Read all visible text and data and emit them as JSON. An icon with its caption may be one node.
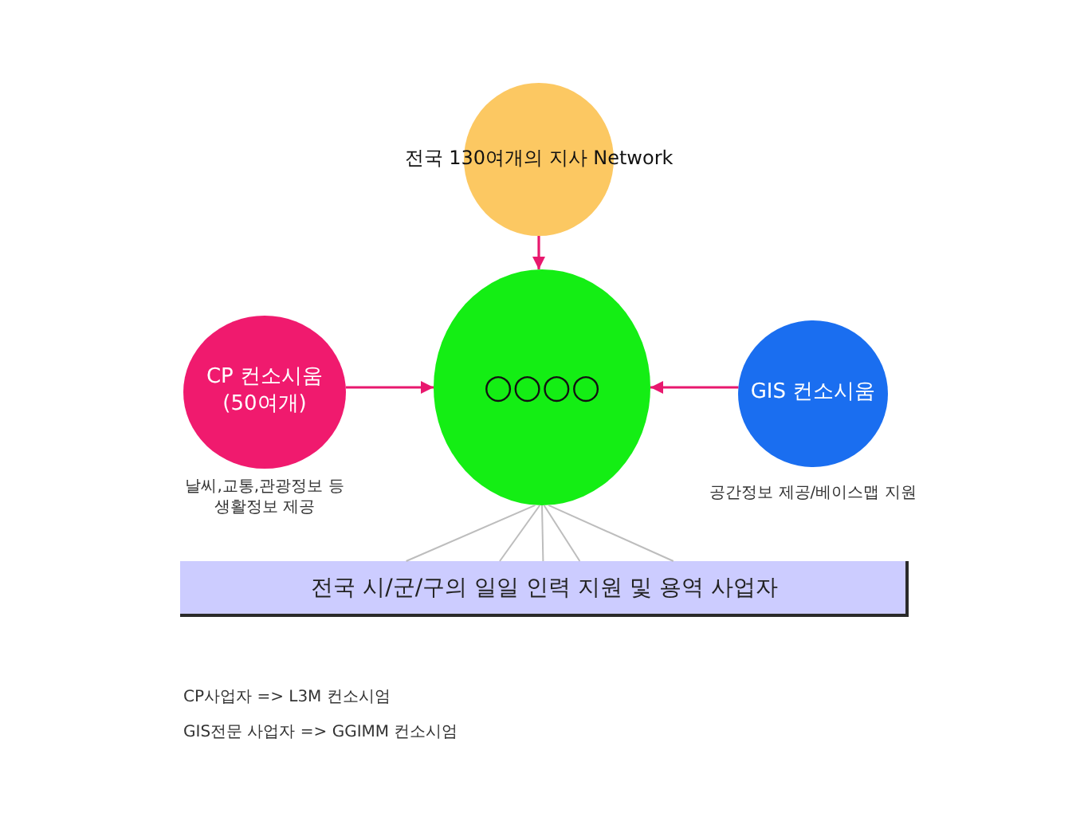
{
  "diagram": {
    "nodes": [
      {
        "text": [
          "전국 130여개의 지사 Network"
        ]
      },
      {
        "text": [
          "CP 컨소시움 (50여개)"
        ],
        "beside": [
          "날씨,교통,관광정보 등 생활정보 제공"
        ]
      },
      {
        "text": [
          "○○○○"
        ]
      },
      {
        "text": [
          "GIS 컨소시움"
        ],
        "beside": [
          "공간정보 제공/베이스맵 지원"
        ]
      },
      {
        "text": [
          "전국 시/군/구의 일일 인력 지원 및 용역 사업자"
        ]
      }
    ],
    "edges": [
      {
        "from": 0,
        "to": 2,
        "arrow": "to",
        "color": "#e8186e"
      },
      {
        "from": 1,
        "to": 2,
        "arrow": "to",
        "color": "#e8186e"
      },
      {
        "from": 3,
        "to": 2,
        "arrow": "to",
        "color": "#e8186e"
      },
      {
        "from": 2,
        "to": 4,
        "arrow": "none"
      },
      {
        "from": 2,
        "to": 4,
        "arrow": "none"
      },
      {
        "from": 2,
        "to": 4,
        "arrow": "none"
      },
      {
        "from": 2,
        "to": 4,
        "arrow": "none"
      },
      {
        "from": 2,
        "to": 4,
        "arrow": "none"
      }
    ],
    "labels": [
      "CP사업자 => L3M 컨소시엄",
      "GIS전문 사업자 => GGIMM 컨소시엄"
    ]
  }
}
